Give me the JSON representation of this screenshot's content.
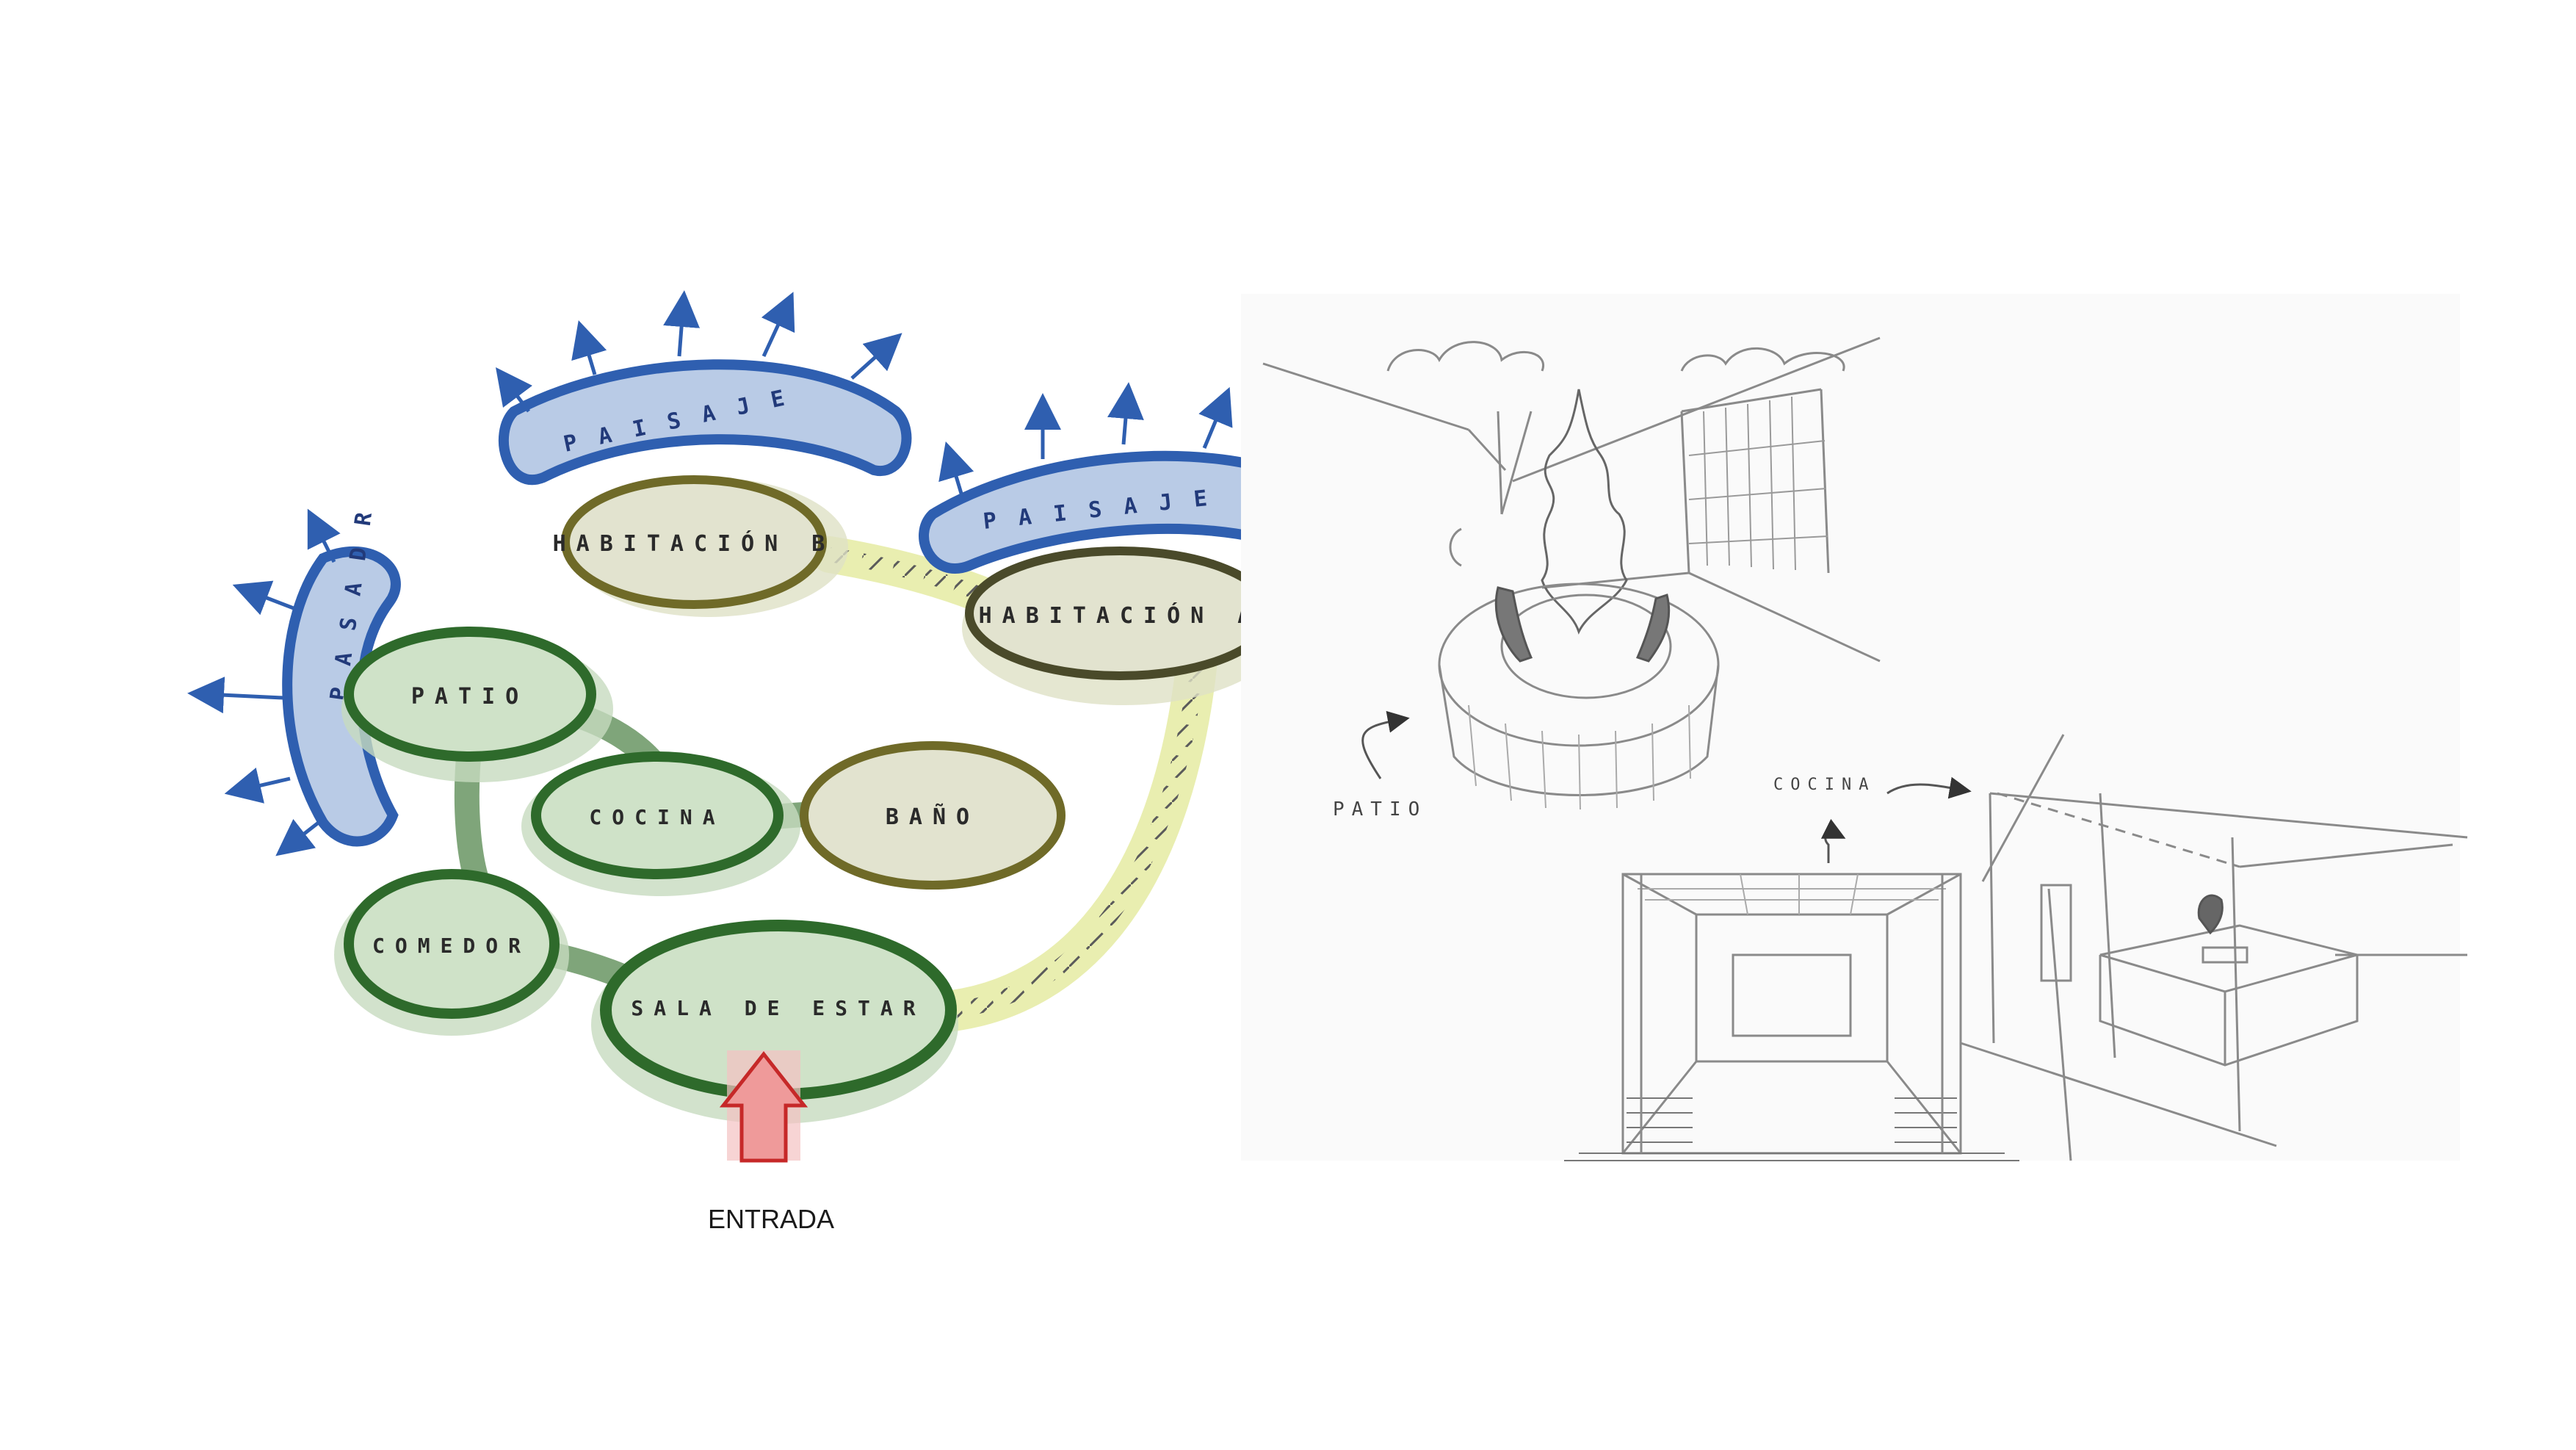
{
  "colors": {
    "green_fill": "#cfe2c8",
    "green_stroke": "#2e6a2b",
    "olive_fill": "#e2e3cf",
    "olive_stroke": "#6f6a28",
    "blue_fill": "#b9cbe6",
    "blue_stroke": "#2f5fb0",
    "entrance_fill": "#ef9a9a",
    "entrance_stroke": "#c62828",
    "corridor_fill": "#eef1b8",
    "sketch_line": "#8a8a8a"
  },
  "diagram": {
    "nodes": {
      "patio": "PATIO",
      "cocina": "COCINA",
      "bano": "BAÑO",
      "comedor": "COMEDOR",
      "sala": "SALA DE ESTAR",
      "hab_b": "HABITACIÓN B",
      "hab_a": "HABITACIÓN A"
    },
    "views": {
      "paisaje_1": "PAISAJE",
      "paisaje_2": "PAISAJE",
      "pasadr": "PASADR"
    },
    "entrance_label": "ENTRADA"
  },
  "sketch": {
    "patio_label": "PATIO",
    "cocina_label": "COCINA"
  }
}
